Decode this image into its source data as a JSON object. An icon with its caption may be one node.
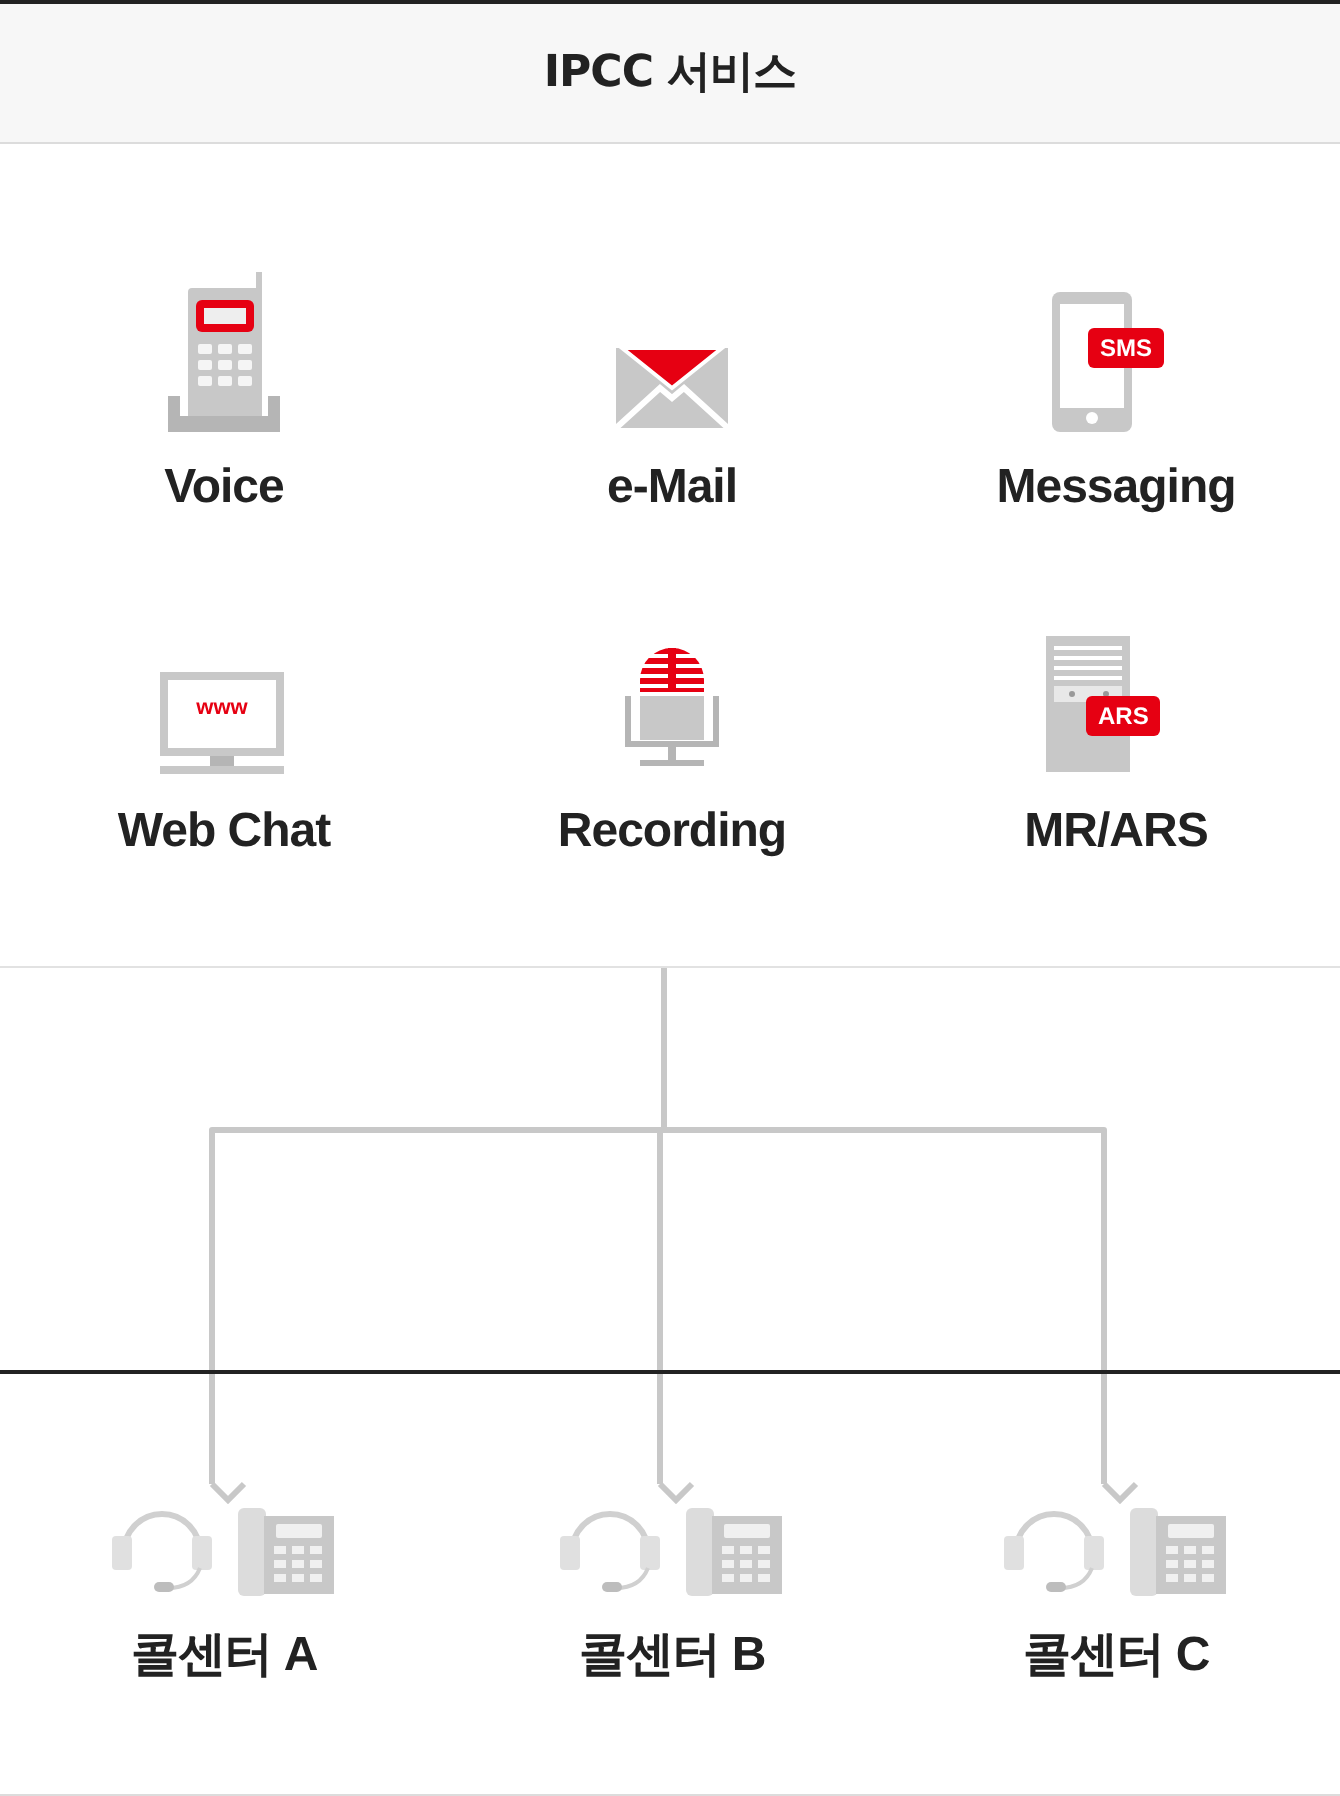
{
  "diagram": {
    "title": "IPCC 서비스",
    "nodes": [
      {
        "text": [],
        "shape": "box"
      },
      {
        "text": [
          "Voice"
        ],
        "in": 0
      },
      {
        "text": [
          "e-Mail"
        ],
        "in": 0
      },
      {
        "text": [
          "Messaging"
        ],
        "in": 0
      },
      {
        "text": [
          "Web Chat"
        ],
        "in": 0
      },
      {
        "text": [
          "Recording"
        ],
        "in": 0
      },
      {
        "text": [
          "MR/ARS"
        ],
        "in": 0
      },
      {
        "text": [
          "콜센터 A"
        ]
      },
      {
        "text": [
          "콜센터 B"
        ]
      },
      {
        "text": [
          "콜센터 C"
        ]
      }
    ],
    "edges": [
      {
        "from": 0,
        "to": 7,
        "arrow": "to"
      },
      {
        "from": 0,
        "to": 8,
        "arrow": "to"
      },
      {
        "from": 0,
        "to": 9,
        "arrow": "to"
      }
    ],
    "labels": [
      "SMS",
      "www",
      "ARS"
    ]
  }
}
